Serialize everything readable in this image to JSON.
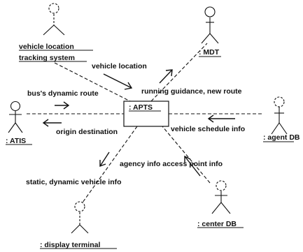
{
  "objects": {
    "vehicle_tracking": [
      "vehicle location",
      "tracking system"
    ],
    "mdt": ": MDT",
    "apts": ": APTS",
    "atis": ": ATIS",
    "agent_db": ": agent DB",
    "center_db": ": center DB",
    "display_terminal": ": display terminal"
  },
  "messages": {
    "vehicle_location": "vehicle location",
    "running_guidance": "running guidance, new route",
    "bus_route": "bus's dynamic route",
    "origin_destination": "origin  destination",
    "vehicle_schedule": "vehicle schedule info",
    "agency_info": "agency info access point info",
    "static_dynamic": "static, dynamic vehicle info"
  }
}
